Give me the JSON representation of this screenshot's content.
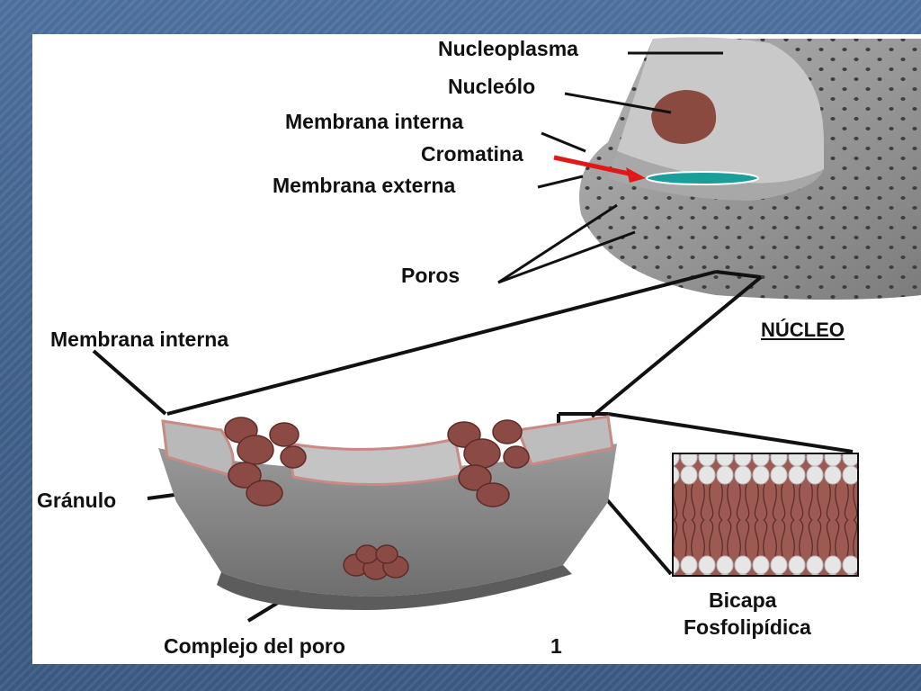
{
  "labels": {
    "nucleoplasma": "Nucleoplasma",
    "nucleolo": "Nucleólo",
    "membrana_interna_top": "Membrana interna",
    "cromatina": "Cromatina",
    "membrana_externa": "Membrana externa",
    "poros": "Poros",
    "nucleo": "NÚCLEO",
    "membrana_interna_bottom": "Membrana interna",
    "granulo": "Gránulo",
    "complejo_del_poro": "Complejo del poro",
    "figure_number": "1",
    "bicapa_line1": "Bicapa",
    "bicapa_line2": "Fosfolipídica"
  },
  "colors": {
    "slide_background": "#46668f",
    "panel": "#ffffff",
    "nucleus_gray": "#8f8f8f",
    "nucleolus": "#8a4a40",
    "chromatin": "#1a9e9a",
    "arrow": "#e01818",
    "granule": "#8c4a44",
    "membrane_pink": "#c98a84",
    "bilayer_tails": "#9c5a52",
    "lipid_heads": "#e6e6e6"
  }
}
